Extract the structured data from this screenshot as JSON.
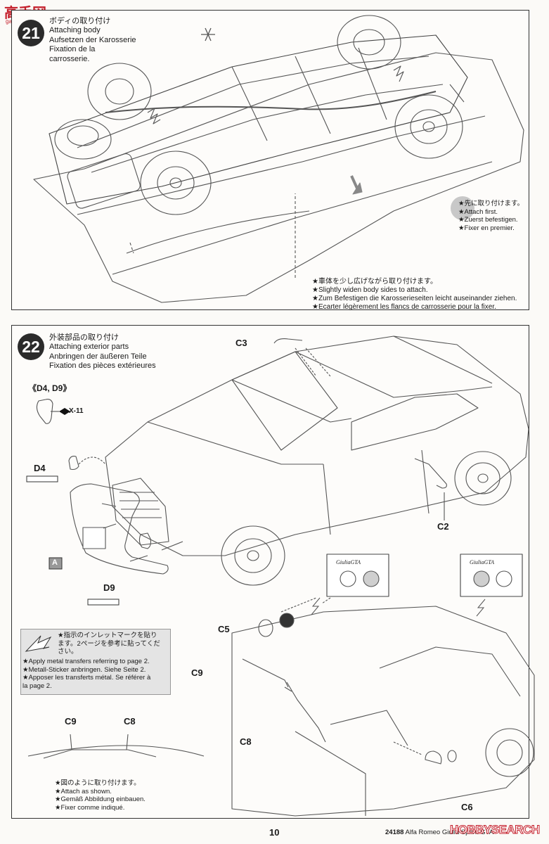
{
  "watermark_top": {
    "cn": "高手网",
    "url": "gaoshou.cn"
  },
  "step21": {
    "number": "21",
    "title": [
      "ボディの取り付け",
      "Attaching body",
      "Aufsetzen der Karosserie",
      "Fixation de la",
      "carrosserie."
    ],
    "note_attach_first": [
      "★先に取り付けます。",
      "★Attach first.",
      "★Zuerst befestigen.",
      "★Fixer en premier."
    ],
    "note_widen": [
      "★車体を少し広げながら取り付けます。",
      "★Slightly widen body sides to attach.",
      "★Zum Befestigen die Karosserieseiten leicht auseinander ziehen.",
      "★Ecarter légèrement les flancs de carrosserie pour la fixer."
    ]
  },
  "step22": {
    "number": "22",
    "title": [
      "外装部品の取り付け",
      "Attaching exterior parts",
      "Anbringen der äußeren Teile",
      "Fixation des pièces extérieures"
    ],
    "parts_group": "《D4, D9》",
    "paint": "X-11",
    "labels": {
      "C3": "C3",
      "D4": "D4",
      "A": "A",
      "D9": "D9",
      "C2": "C2",
      "C5": "C5",
      "C9": "C9",
      "C8": "C8",
      "C6": "C6",
      "C9b": "C9",
      "C8b": "C8"
    },
    "emblem_text": "GiuliaGTA",
    "note_metal": [
      "★指示のインレットマークを貼り",
      "ます。2ページを参考に貼ってくだ",
      "さい。",
      "★Apply metal transfers referring to page 2.",
      "★Metall-Sticker anbringen. Siehe Seite 2.",
      "★Apposer les transferts métal. Se référer à",
      "la page 2."
    ],
    "note_shown": [
      "★図のように取り付けます。",
      "★Attach as shown.",
      "★Gemäß Abbildung einbauen.",
      "★Fixer comme indiqué."
    ]
  },
  "footer": {
    "page": "10",
    "code": "24188",
    "model": "Alfa Romeo Giulia Sprint GTA",
    "watermark": "HOBBYSEARCH"
  }
}
